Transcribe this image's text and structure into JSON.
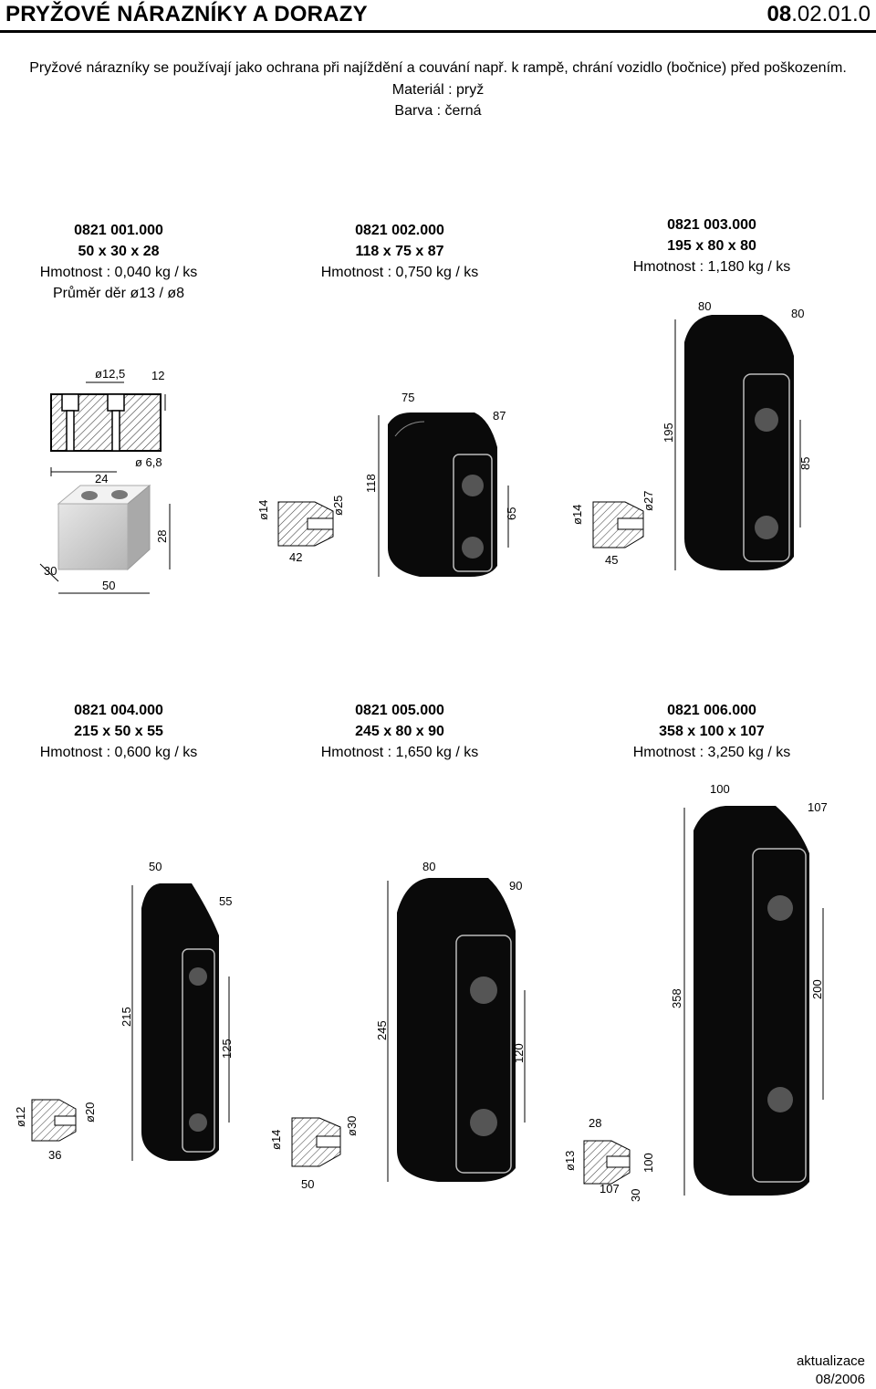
{
  "header": {
    "title": "PRYŽOVÉ NÁRAZNÍKY A DORAZY",
    "code_bold": "08",
    "code_rest": ".02.01.0"
  },
  "intro": {
    "line1": "Pryžové nárazníky se používají jako ochrana při najíždění a couvání např. k rampě, chrání vozidlo (bočnice) před poškozením.",
    "material": "Materiál : pryž",
    "color": "Barva : černá"
  },
  "products": [
    {
      "code": "0821 001.000",
      "dims": "50 x 30 x 28",
      "weight": "Hmotnost : 0,040 kg / ks",
      "extra": "Průměr děr ø13 / ø8",
      "labels": {
        "top_d": "ø12,5",
        "top_h": "12",
        "bottom_d": "ø 6,8",
        "w": "24",
        "h": "28",
        "d": "30",
        "l": "50"
      }
    },
    {
      "code": "0821 002.000",
      "dims": "118 x 75 x 87",
      "weight": "Hmotnost : 0,750 kg / ks",
      "labels": {
        "w": "75",
        "d": "87",
        "h": "118",
        "holes": "65",
        "d1": "ø14",
        "d2": "ø25",
        "l": "42"
      }
    },
    {
      "code": "0821 003.000",
      "dims": "195 x 80 x 80",
      "weight": "Hmotnost : 1,180 kg / ks",
      "labels": {
        "w": "80",
        "d": "80",
        "h": "195",
        "holes": "85",
        "d1": "ø14",
        "d2": "ø27",
        "l": "45"
      }
    },
    {
      "code": "0821 004.000",
      "dims": "215 x 50 x 55",
      "weight": "Hmotnost : 0,600 kg / ks",
      "labels": {
        "w": "50",
        "d": "55",
        "h": "215",
        "holes": "125",
        "d1": "ø12",
        "d2": "ø20",
        "l": "36"
      }
    },
    {
      "code": "0821 005.000",
      "dims": "245 x 80 x 90",
      "weight": "Hmotnost : 1,650 kg / ks",
      "labels": {
        "w": "80",
        "d": "90",
        "h": "245",
        "holes": "120",
        "d1": "ø14",
        "d2": "ø30",
        "l": "50"
      }
    },
    {
      "code": "0821 006.000",
      "dims": "358 x 100 x 107",
      "weight": "Hmotnost : 3,250 kg / ks",
      "labels": {
        "w": "100",
        "d": "107",
        "h": "358",
        "holes": "200",
        "d1": "ø13",
        "top": "28",
        "d2": "100",
        "l": "107",
        "t": "30"
      }
    }
  ],
  "footer": {
    "label": "aktualizace",
    "date": "08/2006"
  },
  "colors": {
    "rubber": "#0a0a0a",
    "hatch": "#444444",
    "page": "#ffffff"
  }
}
